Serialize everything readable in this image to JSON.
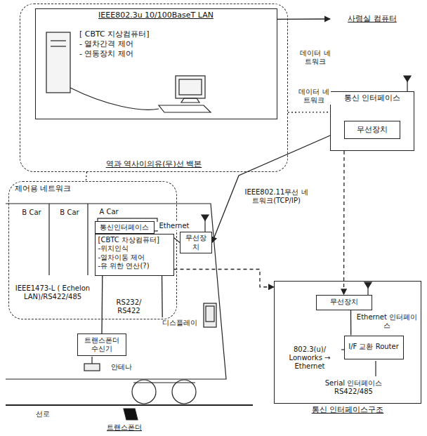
{
  "diagram": {
    "nodes": [
      {
        "text": [
          "역과 역사이의유(무)선 백본"
        ]
      },
      {
        "text": [
          "IEEE802.3u 10/100BaseT LAN"
        ],
        "in": 0
      },
      {
        "text": [
          "[ CBTC 지상컴퓨터]",
          "- 열차간격 제어",
          "- 연동장치 제어"
        ],
        "in": 1
      },
      {
        "text": [
          "사령실 컴퓨터"
        ]
      },
      {
        "text": [
          "통신 인터페이스"
        ]
      },
      {
        "text": [
          "무선장치"
        ],
        "in": 4
      },
      {
        "text": [
          "제어용 네트워크"
        ]
      },
      {
        "text": [
          "통신인터페이스"
        ],
        "in": 6
      },
      {
        "text": [
          "[CBTC 차상컴퓨터]",
          "-위치인식",
          "-열차이동 제어",
          "-유 위한 연산(?)"
        ],
        "in": 6
      },
      {
        "text": [
          "무선장치"
        ]
      },
      {
        "text": [
          "디스플레이"
        ]
      },
      {
        "text": [
          "트랜스폰더 수신기"
        ]
      },
      {
        "text": [
          "통신 인터페이스구조"
        ]
      },
      {
        "text": [
          "무선장치"
        ],
        "in": 12
      },
      {
        "text": [
          "I/F 교환 Router"
        ],
        "in": 12
      }
    ],
    "edges": [
      {
        "from": 1,
        "to": 3,
        "arrow": "to"
      },
      {
        "from": 5,
        "to": 9,
        "arrow": "both",
        "label": "IEEE802.11무선 네트워크(TCP/IP)"
      },
      {
        "from": 0,
        "to": 4,
        "arrow": "none",
        "label": "데이터 네트워크"
      },
      {
        "from": 0,
        "to": 6,
        "arrow": "none"
      },
      {
        "from": 8,
        "to": 9,
        "arrow": "none",
        "label": "Ethernet"
      },
      {
        "from": 8,
        "to": 10,
        "arrow": "none"
      },
      {
        "from": 8,
        "to": 11,
        "arrow": "none",
        "label": "RS232/ RS422"
      },
      {
        "from": 8,
        "to": 12,
        "arrow": "to"
      },
      {
        "from": 4,
        "to": 13,
        "arrow": "to"
      },
      {
        "from": 13,
        "to": 14,
        "arrow": "none",
        "label": "Ethernet 인터페이스"
      }
    ],
    "labels": [
      "데이터 네트워크",
      "B Car",
      "B Car",
      "A Car",
      "IEEE1473-L ( Echelon LAN)/RS422/485",
      "안테나",
      "선로",
      "트랜스폰더",
      "802.3(u)/ Lonworks → Ethernet",
      "Serial 인터페이스 RS422/485"
    ]
  }
}
